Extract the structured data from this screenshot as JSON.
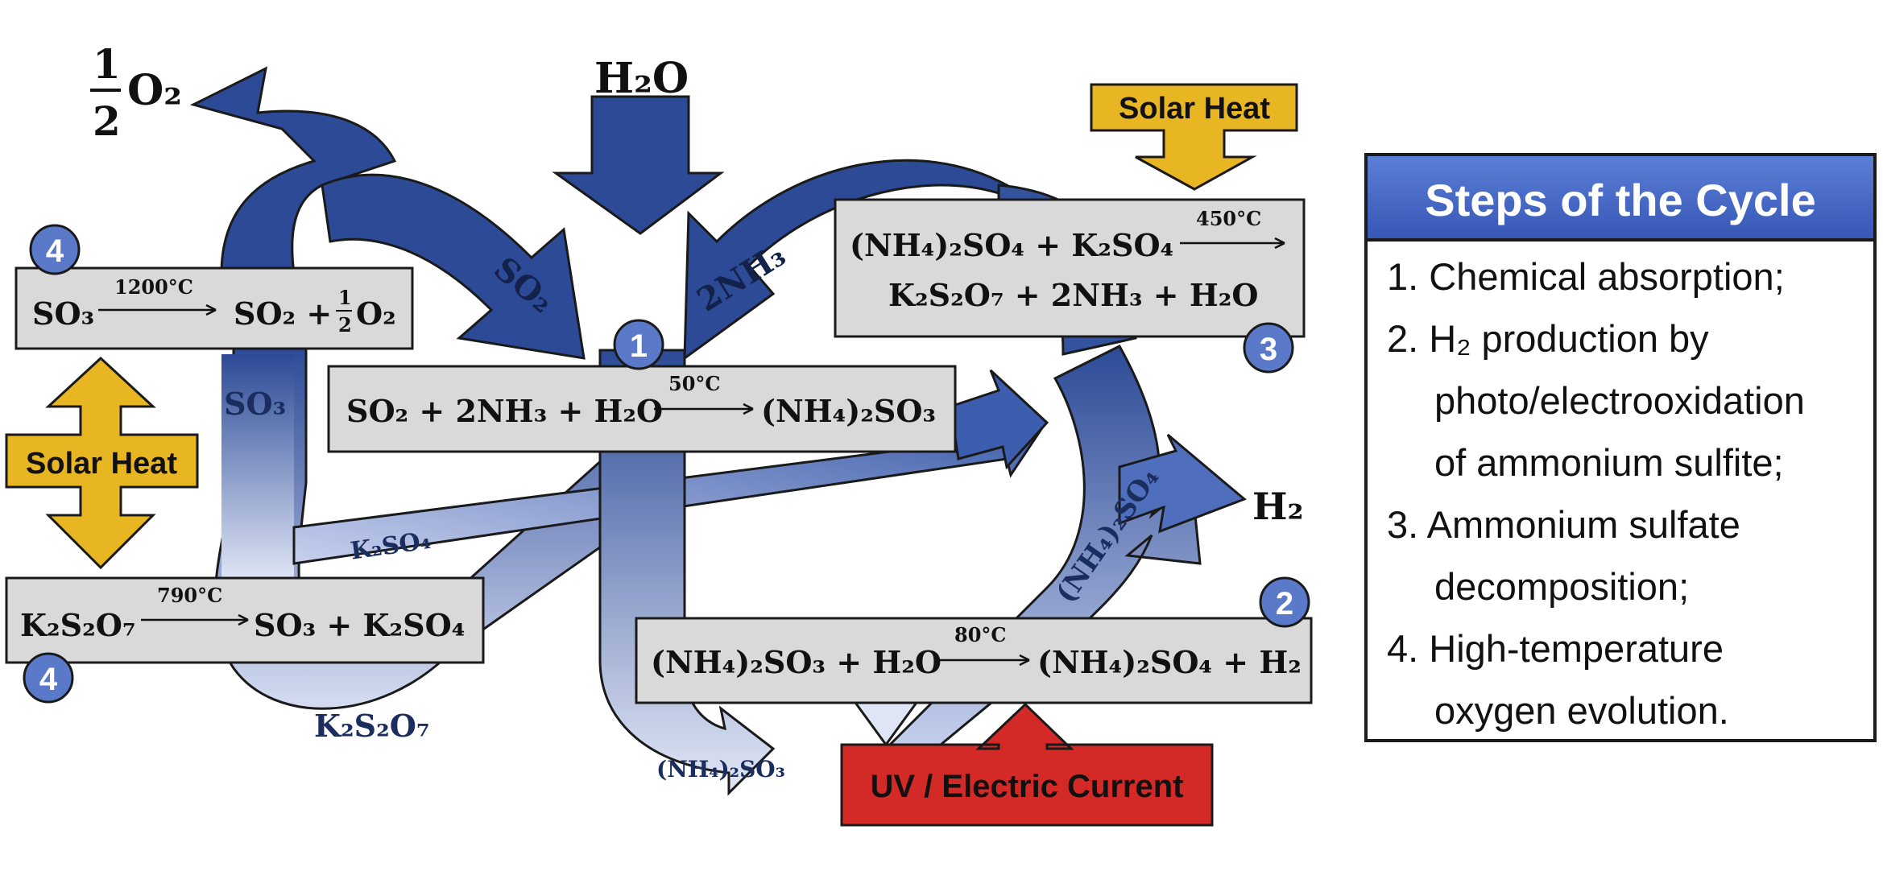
{
  "inputs": {
    "water": "H₂O",
    "oxygen_fraction_top": "1",
    "oxygen_fraction_bottom": "2",
    "oxygen_species": "O₂",
    "hydrogen": "H₂"
  },
  "flows": {
    "so2": "SO₂",
    "nh3": "2NH₃",
    "so3": "SO₃",
    "k2so4": "K₂SO₄",
    "k2s2o7": "K₂S₂O₇",
    "nh4_2so4": "(NH₄)₂SO₄",
    "nh4_2so3": "(NH₄)₂SO₃"
  },
  "reactions": {
    "step1": {
      "badge": "1",
      "left": "SO₂ + 2NH₃ + H₂O",
      "condition": "50°C",
      "right": "(NH₄)₂SO₃"
    },
    "step2": {
      "badge": "2",
      "left": "(NH₄)₂SO₃ + H₂O",
      "condition": "80°C",
      "right": "(NH₄)₂SO₄ + H₂"
    },
    "step3": {
      "badge": "3",
      "line1_left": "(NH₄)₂SO₄ + K₂SO₄",
      "condition": "450°C",
      "line2": "K₂S₂O₇ + 2NH₃ + H₂O"
    },
    "step4a": {
      "badge": "4",
      "left": "SO₃",
      "condition": "1200°C",
      "right": "SO₂ + ",
      "frac_top": "1",
      "frac_bottom": "2",
      "right_tail": "O₂"
    },
    "step4b": {
      "badge": "4",
      "left": "K₂S₂O₇",
      "condition": "790°C",
      "right": "SO₃ + K₂SO₄"
    }
  },
  "energy": {
    "solar_heat_top": "Solar Heat",
    "solar_heat_left": "Solar Heat",
    "uv_electric": "UV / Electric Current"
  },
  "steps_panel": {
    "title": "Steps of the Cycle",
    "lines": [
      "1. Chemical absorption;",
      "2. H₂ production by",
      "photo/electrooxidation",
      "of ammonium sulfite;",
      "3. Ammonium sulfate",
      "decomposition;",
      "4. High-temperature",
      "oxygen evolution."
    ]
  },
  "colors": {
    "arrow_dark": "#2c4a96",
    "arrow_light": "#dfe5f5",
    "badge": "#5b79c9",
    "solar": "#e8b623",
    "uv": "#d42a27",
    "panel_header": "#3e63c0"
  }
}
